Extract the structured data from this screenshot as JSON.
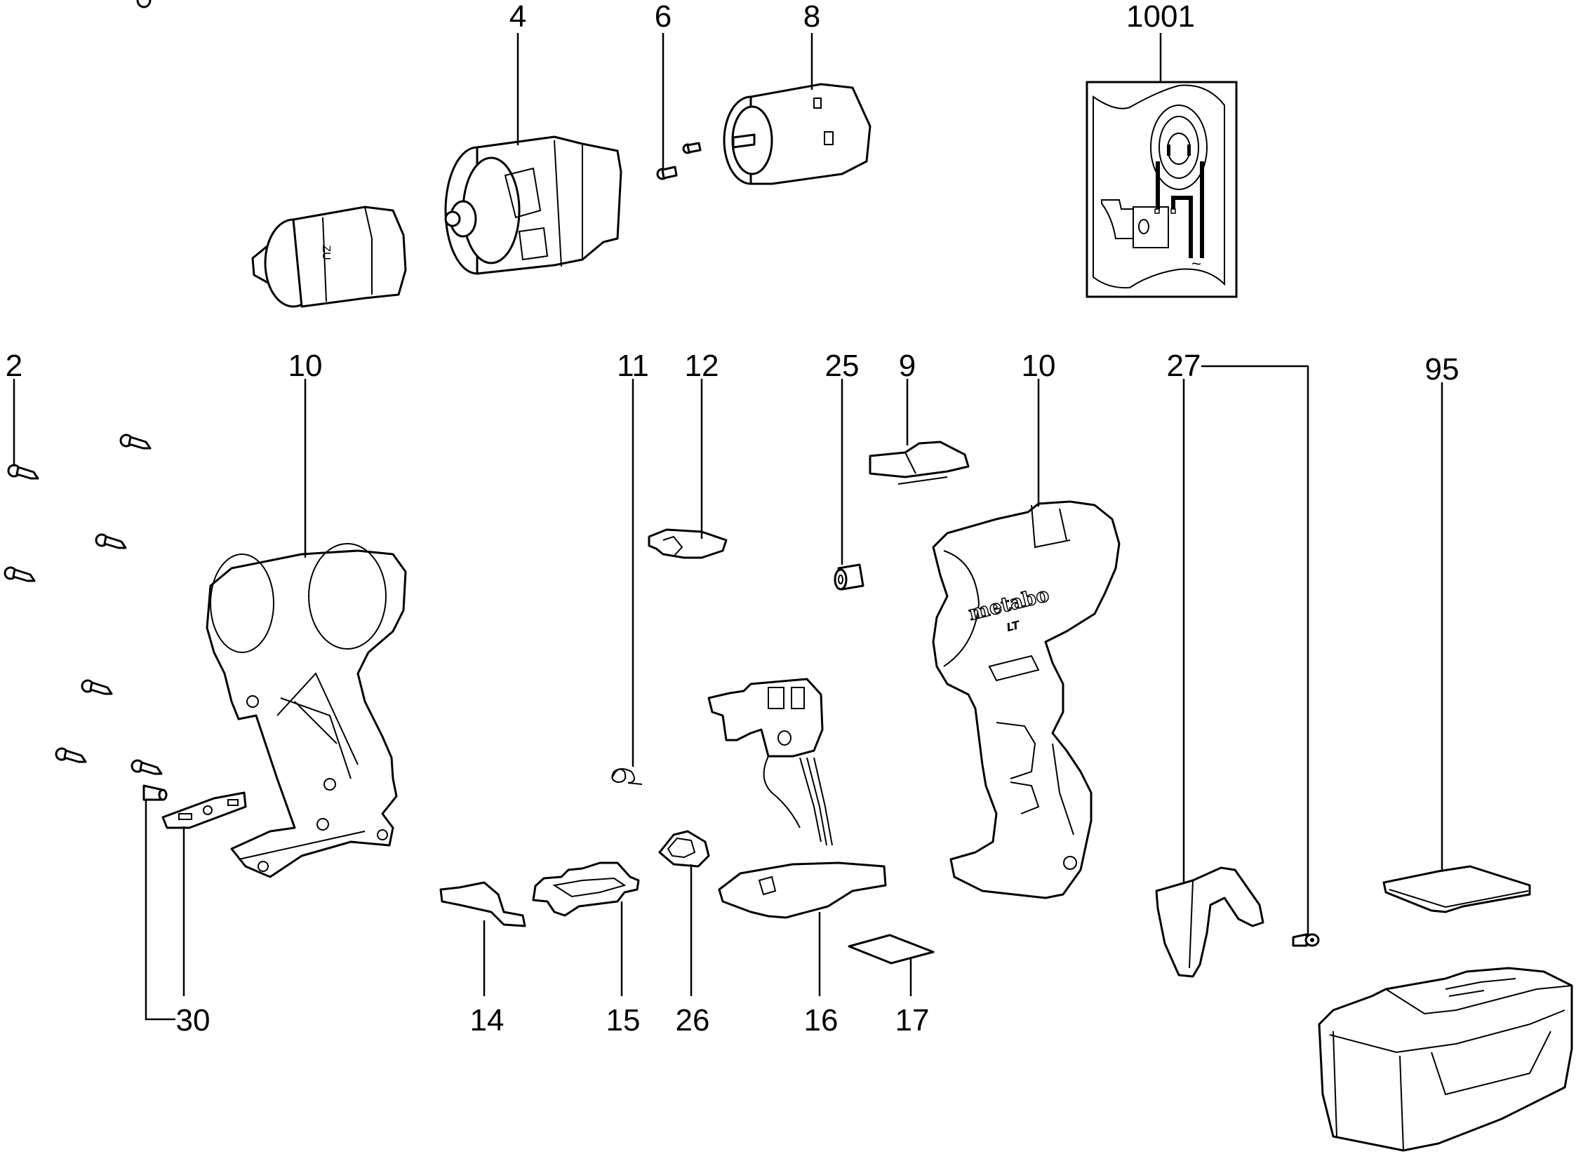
{
  "diagram": {
    "type": "exploded parts diagram",
    "subject": "cordless drill/driver",
    "brand_marking": "metabo",
    "model_marking": "LT",
    "callouts": [
      {
        "id": "4",
        "part": "gearbox"
      },
      {
        "id": "6",
        "part": "screw"
      },
      {
        "id": "8",
        "part": "motor"
      },
      {
        "id": "1001",
        "part": "wiring diagram"
      },
      {
        "id": "2",
        "part": "screw"
      },
      {
        "id": "10",
        "part": "housing half (left)"
      },
      {
        "id": "11",
        "part": "spring"
      },
      {
        "id": "12",
        "part": "switch lever"
      },
      {
        "id": "25",
        "part": "spacer sleeve"
      },
      {
        "id": "9",
        "part": "slide switch"
      },
      {
        "id": "10",
        "part": "housing half (right)"
      },
      {
        "id": "27",
        "part": "belt hook and screw"
      },
      {
        "id": "95",
        "part": "battery contact plate"
      },
      {
        "id": "30",
        "part": "screw and battery latch"
      },
      {
        "id": "14",
        "part": "latch"
      },
      {
        "id": "15",
        "part": "battery guide"
      },
      {
        "id": "26",
        "part": "LED cap"
      },
      {
        "id": "16",
        "part": "switch with electronics"
      },
      {
        "id": "17",
        "part": "insulating pad"
      }
    ],
    "labels": {
      "l4": "4",
      "l6": "6",
      "l8": "8",
      "l1001": "1001",
      "l2": "2",
      "l10a": "10",
      "l11": "11",
      "l12": "12",
      "l25": "25",
      "l9": "9",
      "l10b": "10",
      "l27": "27",
      "l95": "95",
      "l30": "30",
      "l14": "14",
      "l15": "15",
      "l26": "26",
      "l16": "16",
      "l17": "17"
    },
    "chuck_marking": "ZU",
    "wiring_symbol": "~",
    "housing_logo": "metabo",
    "housing_sub": "LT"
  }
}
